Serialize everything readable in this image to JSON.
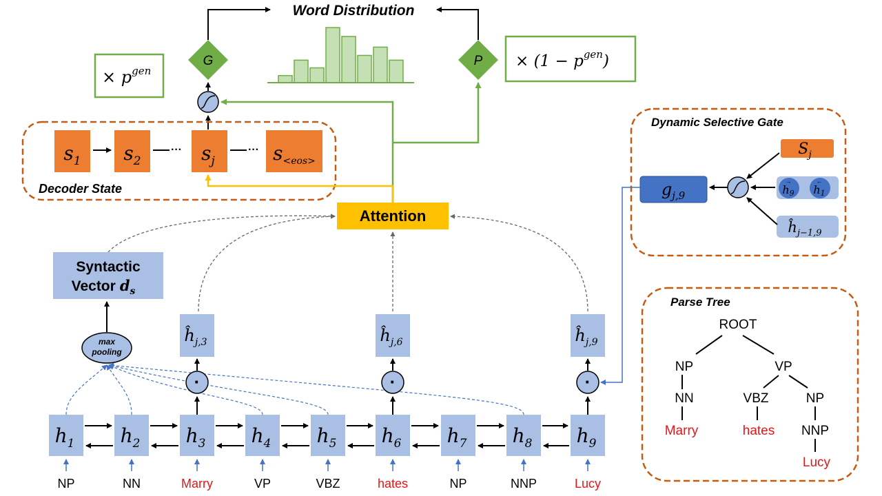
{
  "colors": {
    "orange": "#ED7D31",
    "lightblue": "#A9BFE3",
    "darkblue": "#4472C4",
    "green": "#70AD47",
    "yellow": "#FFC000",
    "barfill": "#C5E0B4",
    "red": "#E81416",
    "brown": "#C55A11"
  },
  "top": {
    "title": "Word Distribution",
    "g_label": "G",
    "p_label": "P",
    "left_box": "× p",
    "left_box_sup": "gen",
    "right_box": "× (1 − p",
    "right_box_sup": "gen",
    "right_box_close": ")",
    "bars": [
      0.12,
      0.38,
      0.25,
      0.93,
      0.78,
      0.46,
      0.6,
      0.38
    ]
  },
  "decoder": {
    "label": "Decoder State",
    "states": [
      {
        "base": "s",
        "sub": "1"
      },
      {
        "base": "s",
        "sub": "2"
      },
      {
        "base": "s",
        "sub": "j"
      },
      {
        "base": "s",
        "sub": "<eos>"
      }
    ],
    "ellipsis": "···"
  },
  "attention": {
    "label": "Attention"
  },
  "gate": {
    "title": "Dynamic Selective Gate",
    "g": {
      "base": "g",
      "sub": "j,9"
    },
    "s": {
      "base": "S",
      "sub": "j"
    },
    "h9": {
      "base": "h",
      "sub": "9",
      "arrow": "→"
    },
    "h1": {
      "base": "h",
      "sub": "1",
      "arrow": "←"
    },
    "hprev": {
      "base": "ĥ",
      "sub": "j−1,9"
    }
  },
  "syntactic": {
    "line1": "Syntactic",
    "line2": "Vector",
    "var": "d",
    "sub": "s"
  },
  "pooling": {
    "line1": "max",
    "line2": "pooling"
  },
  "selected": [
    {
      "base": "ĥ",
      "sub": "j,3"
    },
    {
      "base": "ĥ",
      "sub": "j,6"
    },
    {
      "base": "ĥ",
      "sub": "j,9"
    }
  ],
  "dot_symbol": "·",
  "encoder": [
    {
      "base": "h",
      "sub": "1",
      "input": "NP",
      "red": false
    },
    {
      "base": "h",
      "sub": "2",
      "input": "NN",
      "red": false
    },
    {
      "base": "h",
      "sub": "3",
      "input": "Marry",
      "red": true
    },
    {
      "base": "h",
      "sub": "4",
      "input": "VP",
      "red": false
    },
    {
      "base": "h",
      "sub": "5",
      "input": "VBZ",
      "red": false
    },
    {
      "base": "h",
      "sub": "6",
      "input": "hates",
      "red": true
    },
    {
      "base": "h",
      "sub": "7",
      "input": "NP",
      "red": false
    },
    {
      "base": "h",
      "sub": "8",
      "input": "NNP",
      "red": false
    },
    {
      "base": "h",
      "sub": "9",
      "input": "Lucy",
      "red": true
    }
  ],
  "tree": {
    "title": "Parse Tree",
    "nodes": [
      {
        "id": "root",
        "label": "ROOT",
        "red": false
      },
      {
        "id": "np1",
        "label": "NP",
        "red": false
      },
      {
        "id": "vp",
        "label": "VP",
        "red": false
      },
      {
        "id": "nn",
        "label": "NN",
        "red": false
      },
      {
        "id": "vbz",
        "label": "VBZ",
        "red": false
      },
      {
        "id": "np2",
        "label": "NP",
        "red": false
      },
      {
        "id": "marry",
        "label": "Marry",
        "red": true
      },
      {
        "id": "hates",
        "label": "hates",
        "red": true
      },
      {
        "id": "nnp",
        "label": "NNP",
        "red": false
      },
      {
        "id": "lucy",
        "label": "Lucy",
        "red": true
      }
    ]
  }
}
